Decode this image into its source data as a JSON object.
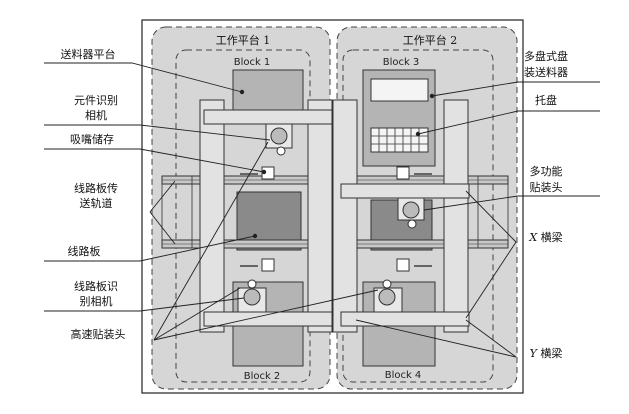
{
  "platforms": {
    "left": "工作平台 1",
    "right": "工作平台 2"
  },
  "blocks": {
    "b1": "Block 1",
    "b2": "Block 2",
    "b3": "Block 3",
    "b4": "Block 4"
  },
  "left_labels": {
    "feeder_platform": "送料器平台",
    "component_camera_1": "元件识别",
    "component_camera_2": "相机",
    "nozzle_storage": "吸嘴储存",
    "pcb_track_1": "线路板传",
    "pcb_track_2": "送轨道",
    "pcb": "线路板",
    "pcb_camera_1": "线路板识",
    "pcb_camera_2": "别相机",
    "high_speed_head": "高速贴装头"
  },
  "right_labels": {
    "multi_tray_feeder_1": "多盘式盘",
    "multi_tray_feeder_2": "装送料器",
    "tray": "托盘",
    "multi_head_1": "多功能",
    "multi_head_2": "贴装头",
    "x_beam_var": "X",
    "x_beam_text": " 横梁",
    "y_beam_var": "Y",
    "y_beam_text": " 横梁"
  }
}
